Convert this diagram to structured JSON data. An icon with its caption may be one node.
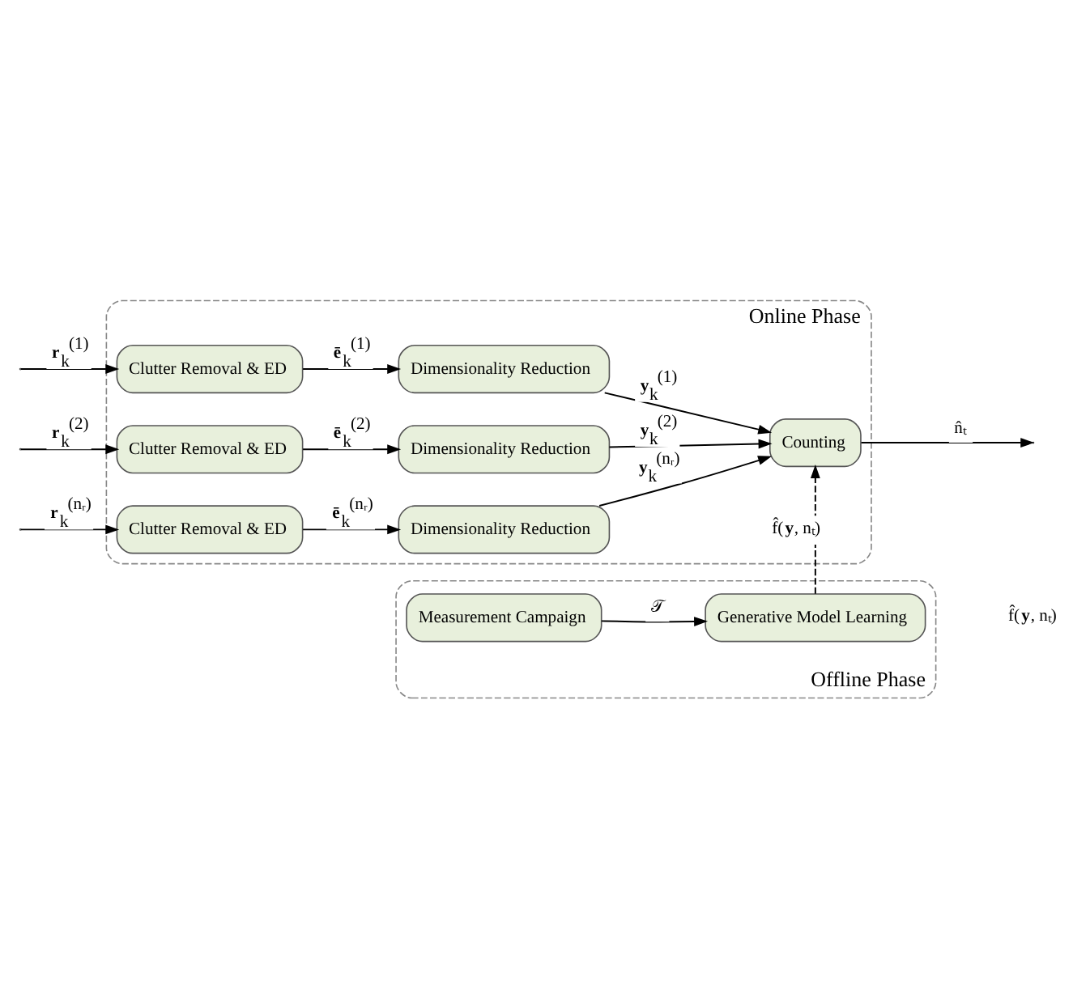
{
  "diagram": {
    "nodes": [
      {
        "text": [
          "Online Phase"
        ]
      },
      {
        "text": [
          "Clutter Removal & ED"
        ],
        "in": 0
      },
      {
        "text": [
          "Dimensionality Reduction"
        ],
        "in": 0
      },
      {
        "text": [
          "Clutter Removal & ED"
        ],
        "in": 0
      },
      {
        "text": [
          "Dimensionality Reduction"
        ],
        "in": 0
      },
      {
        "text": [
          "Clutter Removal & ED"
        ],
        "in": 0
      },
      {
        "text": [
          "Dimensionality Reduction"
        ],
        "in": 0
      },
      {
        "text": [
          "Counting"
        ],
        "in": 0
      },
      {
        "text": [
          "Offline Phase"
        ]
      },
      {
        "text": [
          "Measurement Campaign"
        ],
        "in": 8
      },
      {
        "text": [
          "Generative Model Learning"
        ],
        "in": 8
      }
    ],
    "edges": [
      {
        "from": null,
        "to": 1,
        "arrow": "to",
        "label": "**r**$_{k}$$^{(1)}$"
      },
      {
        "from": 1,
        "to": 2,
        "arrow": "to",
        "label": "**ē**$_{k}$$^{(1)}$"
      },
      {
        "from": 2,
        "to": 7,
        "arrow": "to",
        "label": "**y**$_{k}$$^{(1)}$"
      },
      {
        "from": null,
        "to": 3,
        "arrow": "to",
        "label": "**r**$_{k}$$^{(2)}$"
      },
      {
        "from": 3,
        "to": 4,
        "arrow": "to",
        "label": "**ē**$_{k}$$^{(2)}$"
      },
      {
        "from": 4,
        "to": 7,
        "arrow": "to",
        "label": "**y**$_{k}$$^{(2)}$"
      },
      {
        "from": null,
        "to": 5,
        "arrow": "to",
        "label": "**r**$_{k}$$^{(nᵣ)}$"
      },
      {
        "from": 5,
        "to": 6,
        "arrow": "to",
        "label": "**ē**$_{k}$$^{(nᵣ)}$"
      },
      {
        "from": 6,
        "to": 7,
        "arrow": "to",
        "label": "**y**$_{k}$$^{(nᵣ)}$"
      },
      {
        "from": 7,
        "to": null,
        "arrow": "to",
        "label": "n̂ₜ"
      },
      {
        "from": 9,
        "to": 10,
        "arrow": "to",
        "label": "𝒯"
      },
      {
        "from": 10,
        "to": 7,
        "arrow": "to",
        "label": "f̂(**y**, nₜ)",
        "style": "dashed"
      }
    ],
    "labels": [
      "f̂(**y**, nₜ)"
    ]
  }
}
